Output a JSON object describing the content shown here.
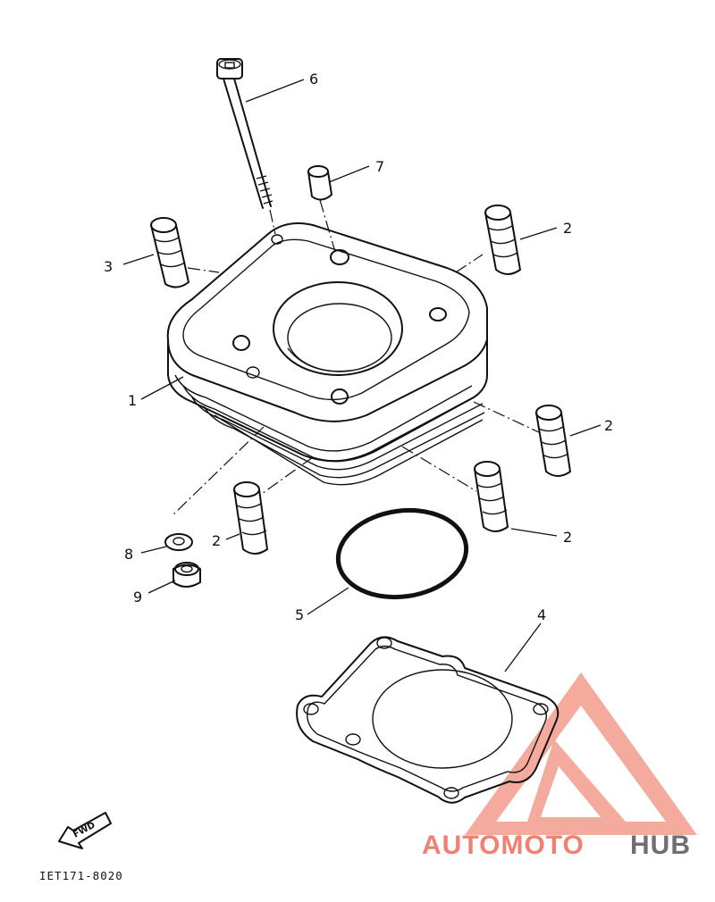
{
  "callouts": {
    "c1": "1",
    "c2a": "2",
    "c2b": "2",
    "c2c": "2",
    "c2d": "2",
    "c3": "3",
    "c4": "4",
    "c5": "5",
    "c6": "6",
    "c7": "7",
    "c8": "8",
    "c9": "9"
  },
  "fwd_label": "FWD",
  "doc_code": "IET171-8020",
  "watermark": {
    "part1": "AUTOMOTO",
    "part2": "HUB",
    "color_primary": "#f08070",
    "color_secondary": "#6f6f6f"
  },
  "colors": {
    "line": "#111111",
    "background": "#ffffff"
  }
}
